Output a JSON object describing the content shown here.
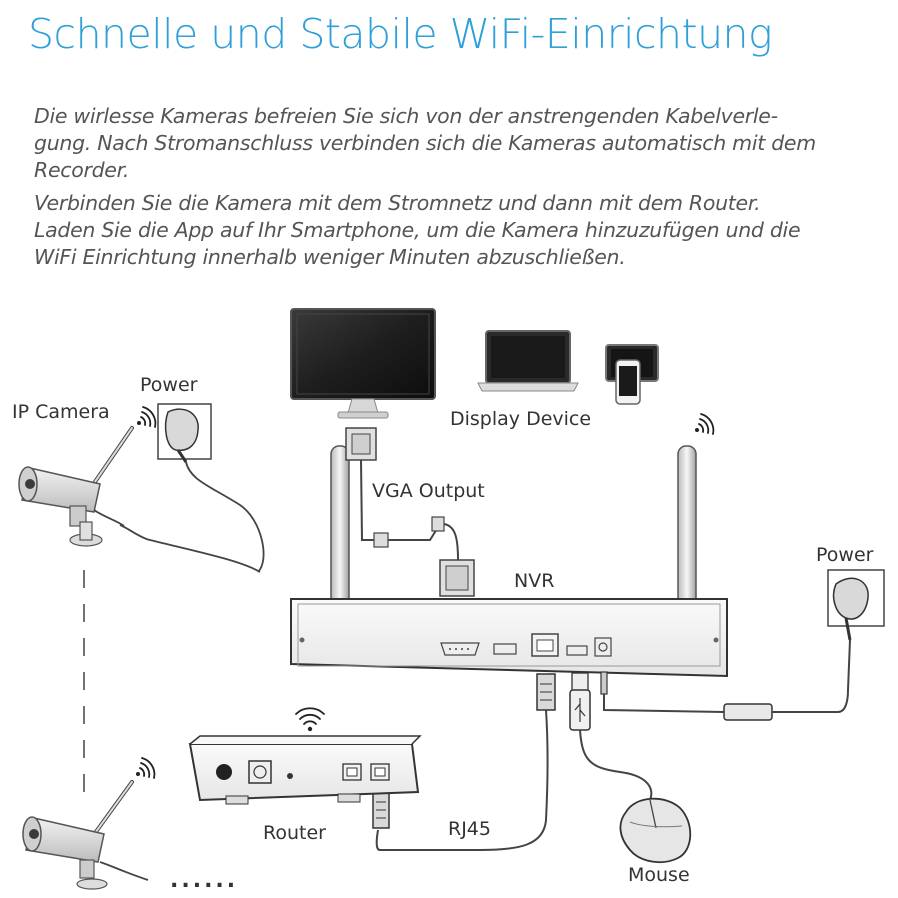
{
  "title": "Schnelle und Stabile WiFi-Einrichtung",
  "description": {
    "paragraph1": [
      "Die wirlesse Kameras befreien Sie sich von der anstrengenden Kabelverle-",
      "gung. Nach Stromanschluss verbinden sich die Kameras automatisch mit dem",
      "Recorder."
    ],
    "paragraph2": [
      "Verbinden Sie die Kamera mit dem Stromnetz und dann mit dem Router.",
      "Laden Sie die App auf Ihr Smartphone, um die Kamera hinzuzufügen und die",
      "WiFi Einrichtung innerhalb weniger Minuten abzuschließen."
    ]
  },
  "labels": {
    "ip_camera": "IP Camera",
    "power_left": "Power",
    "display_device": "Display Device",
    "vga_output": "VGA Output",
    "nvr": "NVR",
    "power_right": "Power",
    "router": "Router",
    "rj45": "RJ45",
    "mouse": "Mouse",
    "more_cameras": "......"
  },
  "colors": {
    "title": "#2e9fd8",
    "text": "#555555",
    "device_fill": "#f4f4f4",
    "device_stroke": "#3a3a3a"
  }
}
